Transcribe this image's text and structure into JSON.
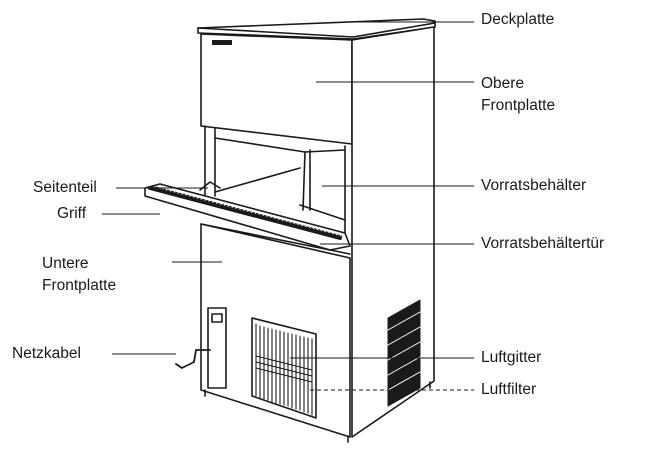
{
  "labels": {
    "deckplatte": "Deckplatte",
    "obere_1": "Obere",
    "obere_2": "Frontplatte",
    "seitenteil": "Seitenteil",
    "griff": "Griff",
    "vorratsbehaelter": "Vorratsbehälter",
    "vorratsbehaeltertuer": "Vorratsbehältertür",
    "untere_1": "Untere",
    "untere_2": "Frontplatte",
    "netzkabel": "Netzkabel",
    "luftgitter": "Luftgitter",
    "luftfilter": "Luftfilter"
  },
  "colors": {
    "line": "#1a1a1a",
    "background": "#ffffff"
  }
}
